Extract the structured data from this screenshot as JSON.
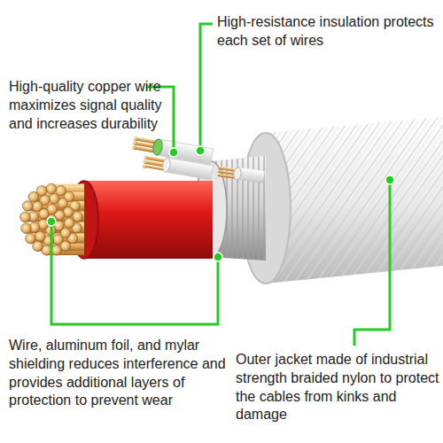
{
  "diagram": {
    "labels": [
      "High-quality copper wire maximizes signal quality and increases durability",
      "High-resistance insulation protects each set of wires",
      "Wire, aluminum foil, and mylar shielding reduces interference and provides additional layers of protection to prevent wear",
      "Outer jacket made of industrial strength braided nylon to protect the cables from kinks and damage"
    ]
  }
}
